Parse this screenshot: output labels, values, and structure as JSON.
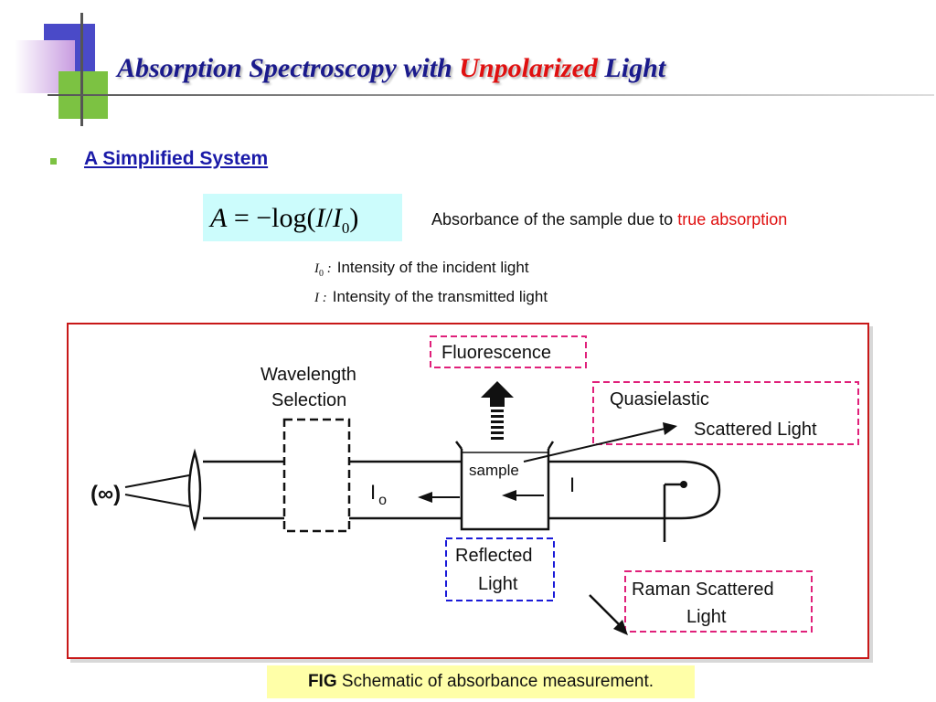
{
  "title": {
    "part1": "Absorption Spectroscopy with",
    "highlight": "Unpolarized",
    "part2": "Light"
  },
  "subtitle": "A Simplified System",
  "formula": {
    "A": "A",
    "eq": " = −log(",
    "I": "I",
    "slash": "/",
    "I0": "I",
    "sub0": "0",
    "close": ")"
  },
  "absorbance": {
    "text": "Absorbance of the sample due to",
    "highlight": "true absorption"
  },
  "definitions": [
    {
      "symbol": "I",
      "sub": "0",
      "text": "Intensity of the incident light"
    },
    {
      "symbol": "I",
      "sub": "",
      "text": "Intensity of the transmitted light"
    }
  ],
  "diagram": {
    "fluorescence": "Fluorescence",
    "wavelength_line1": "Wavelength",
    "wavelength_line2": "Selection",
    "quasielastic_line1": "Quasielastic",
    "quasielastic_line2": "Scattered  Light",
    "sample": "sample",
    "detector_symbol": "(∞)",
    "io_label": "I",
    "io_sub": "o",
    "i_label": "I",
    "reflected_line1": "Reflected",
    "reflected_line2": "Light",
    "raman_line1": "Raman Scattered",
    "raman_line2": "Light",
    "colors": {
      "pink": "#e0207a",
      "blue": "#1a1ad8",
      "frame": "#c81818"
    }
  },
  "caption": {
    "bold": "FIG",
    "text": " Schematic of absorbance measurement."
  }
}
